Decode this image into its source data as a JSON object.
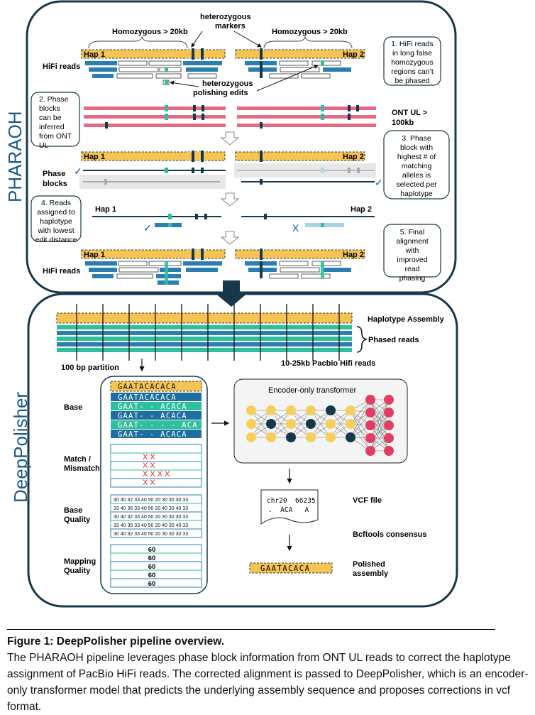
{
  "pharaoh": {
    "section_label": "PHARAOH",
    "homozygous_left": "Homozygous > 20kb",
    "homozygous_right": "Homozygous > 20kb",
    "het_markers": "heterozygous markers",
    "het_edits": "heterozygous polishing edits",
    "hap1": "Hap 1",
    "hap2": "Hap 2",
    "hifi_reads": "HiFi reads",
    "ont_ul": "ONT UL > 100kb",
    "phase_blocks": "Phase blocks",
    "step1": "1. HiFi reads in long false homozygous regions can’t be phased",
    "step2": "2. Phase blocks can be inferred from ONT UL",
    "step3": "3. Phase block with highest # of matching alleles is selected per haplotype",
    "step4": "4. Reads assigned to haplotype with lowest edit distance",
    "step5": "5. Final alignment with improved read phasing",
    "check": "✓",
    "cross": "X"
  },
  "deeppolisher": {
    "section_label": "DeepPolisher",
    "haplotype_assembly": "Haplotype Assembly",
    "phased_reads": "Phased reads",
    "partition": "100 bp partition",
    "pacbio": "10-25kb Pacbio Hifi reads",
    "base_label": "Base",
    "match_label": "Match / Mismatch",
    "base_quality_label": "Base Quality",
    "mapping_quality_label": "Mapping Quality",
    "base_rows": [
      "GAATACACACA",
      "GAATACACACA",
      "GAAT- - ACACA",
      "GAAT- - ACACA",
      "GAAT- - - - ACA",
      "GAAT- - ACACA"
    ],
    "mismatch_rows": [
      "X X",
      "X X",
      "X X X X",
      "X X"
    ],
    "quality_rows": [
      "30 40 32 33 40 50 20 30 30 30 33",
      "33 40 35 33 40 50 20 40 30 40 33",
      "30 40 32 33 40 50 20 30 30 30 33",
      "33 40 35 33 40 50 20 40 30 40 33",
      "30 40 32 33 40 50 20 30 30 30 33"
    ],
    "mapping_rows": [
      "60",
      "60",
      "60",
      "60",
      "60"
    ],
    "transformer": "Encoder-only transformer",
    "vcf_line1": "chr20  66235",
    "vcf_line2": ".  ACA   A",
    "vcf_file": "VCF file",
    "bcftools": "Bcftools consensus",
    "polished_seq": "GAATACACA",
    "polished_assembly": "Polished assembly"
  },
  "caption": {
    "title": "Figure 1: DeepPolisher pipeline overview.",
    "body": "The PHARAOH pipeline leverages phase block information from ONT UL reads to correct the haplotype assignment of PacBio HiFi reads. The corrected alignment is passed to DeepPolisher, which is an encoder-only transformer model that predicts the underlying assembly sequence and proposes corrections in vcf format."
  },
  "colors": {
    "hap_yellow": "#f6c453",
    "dark_blue": "#1b4e6b",
    "mid_blue": "#2a7fb0",
    "teal": "#2fbf9f",
    "pink": "#e56a82",
    "node_yellow": "#f5cf5a",
    "node_dark": "#17384a",
    "node_pink": "#e23d63"
  }
}
